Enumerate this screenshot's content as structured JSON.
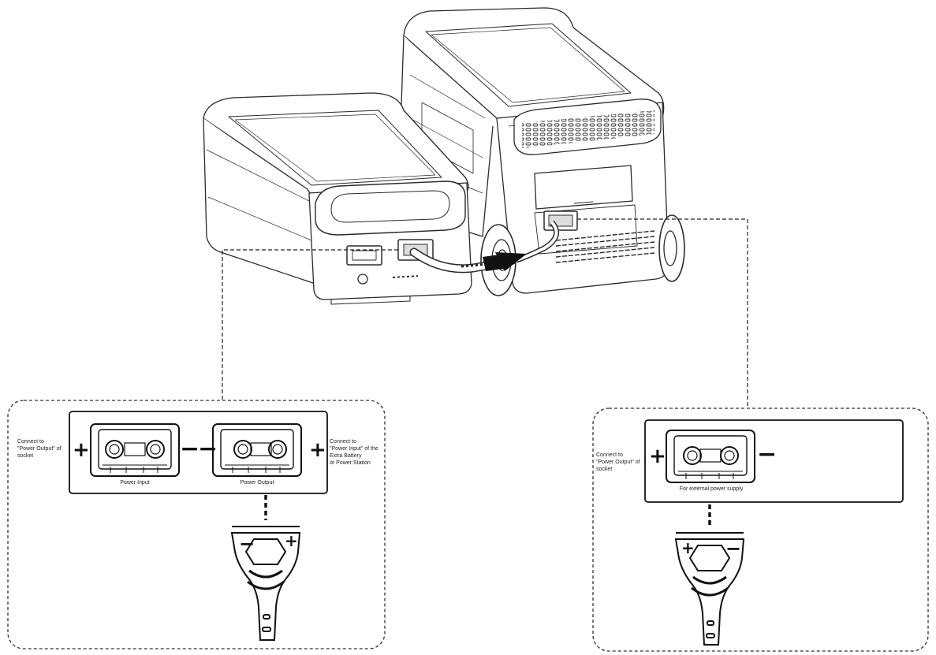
{
  "left_panel": {
    "left_note": [
      "Connect to",
      "\"Power Output\" of",
      "socket"
    ],
    "right_note": [
      "Connect to",
      "\"Power Input\" of the Extra Battery",
      "or Power Station"
    ],
    "port_input_caption": "Power Input",
    "port_output_caption": "Power Output",
    "plus_sign": "+",
    "minus_sign": "−"
  },
  "right_panel": {
    "left_note": [
      "Connect to",
      "\"Power Output\" of",
      "socket"
    ],
    "port_caption": "For external power supply",
    "plus_sign": "+",
    "minus_sign": "−"
  },
  "icons": [
    "power-station-unit-icon",
    "extra-battery-unit-icon",
    "power-cable-icon",
    "anderson-plug-icon"
  ]
}
